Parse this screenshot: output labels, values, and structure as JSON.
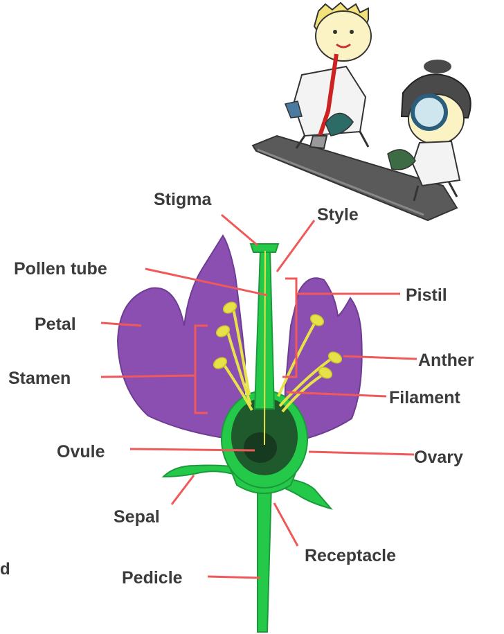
{
  "labels": {
    "stigma": "Stigma",
    "style": "Style",
    "pollen_tube": "Pollen tube",
    "pistil": "Pistil",
    "petal": "Petal",
    "anther": "Anther",
    "stamen": "Stamen",
    "filament": "Filament",
    "ovule": "Ovule",
    "ovary": "Ovary",
    "sepal": "Sepal",
    "receptacle": "Receptacle",
    "pedicle": "Pedicle"
  },
  "edge_fragment": "d",
  "colors": {
    "label_line": "#f0595a",
    "petal": "#8a4fb0",
    "stem": "#25c94a",
    "ovary_inner": "#1f5a2c",
    "stamen": "#e7e24a",
    "label_text": "#3b3b3b"
  }
}
